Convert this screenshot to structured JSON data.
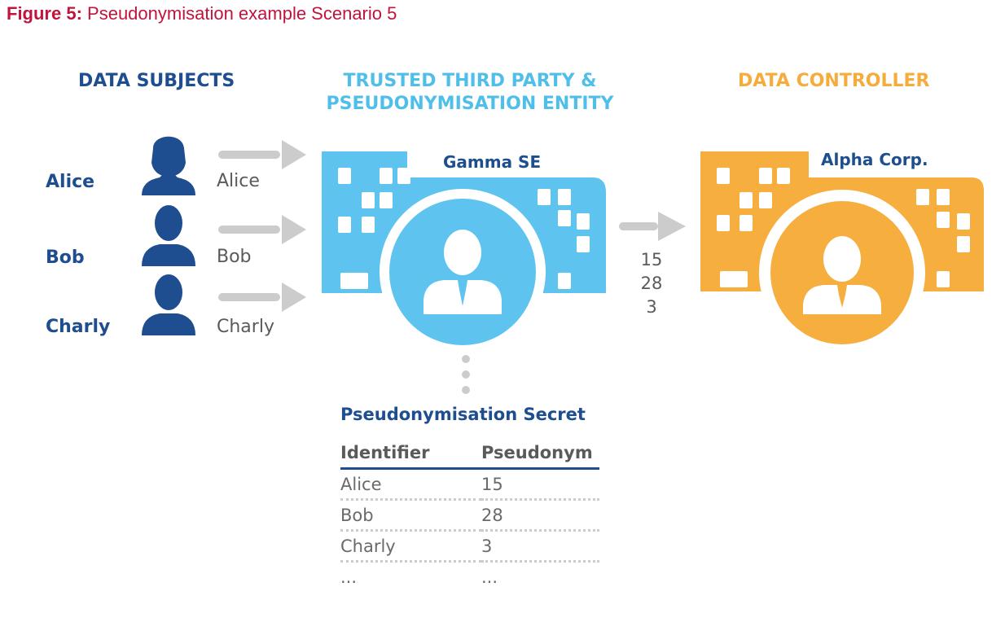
{
  "figure": {
    "label": "Figure 5:",
    "title": "Pseudonymisation example Scenario 5"
  },
  "columns": {
    "subjects": "DATA SUBJECTS",
    "ttp_line1": "TRUSTED THIRD PARTY &",
    "ttp_line2": "PSEUDONYMISATION ENTITY",
    "controller": "DATA CONTROLLER"
  },
  "subjects": [
    {
      "name": "Alice",
      "flow_label": "Alice",
      "icon": "female-person-icon"
    },
    {
      "name": "Bob",
      "flow_label": "Bob",
      "icon": "male-person-icon"
    },
    {
      "name": "Charly",
      "flow_label": "Charly",
      "icon": "male-person-icon"
    }
  ],
  "ttp": {
    "name": "Gamma SE",
    "color": "#5ec4ef",
    "icon": "building-with-person-icon"
  },
  "controller": {
    "name": "Alpha Corp.",
    "color": "#f6ae3f",
    "icon": "building-with-person-icon"
  },
  "pseudonyms_sent": [
    "15",
    "28",
    "3"
  ],
  "secret": {
    "title": "Pseudonymisation Secret",
    "headers": [
      "Identifier",
      "Pseudonym"
    ],
    "rows": [
      [
        "Alice",
        "15"
      ],
      [
        "Bob",
        "28"
      ],
      [
        "Charly",
        "3"
      ],
      [
        "...",
        "..."
      ]
    ]
  },
  "colors": {
    "title_red": "#c0143c",
    "dark_blue": "#1e4e8f",
    "light_blue": "#4fbfea",
    "orange": "#f5ac3c",
    "arrow_gray": "#cccccc"
  }
}
